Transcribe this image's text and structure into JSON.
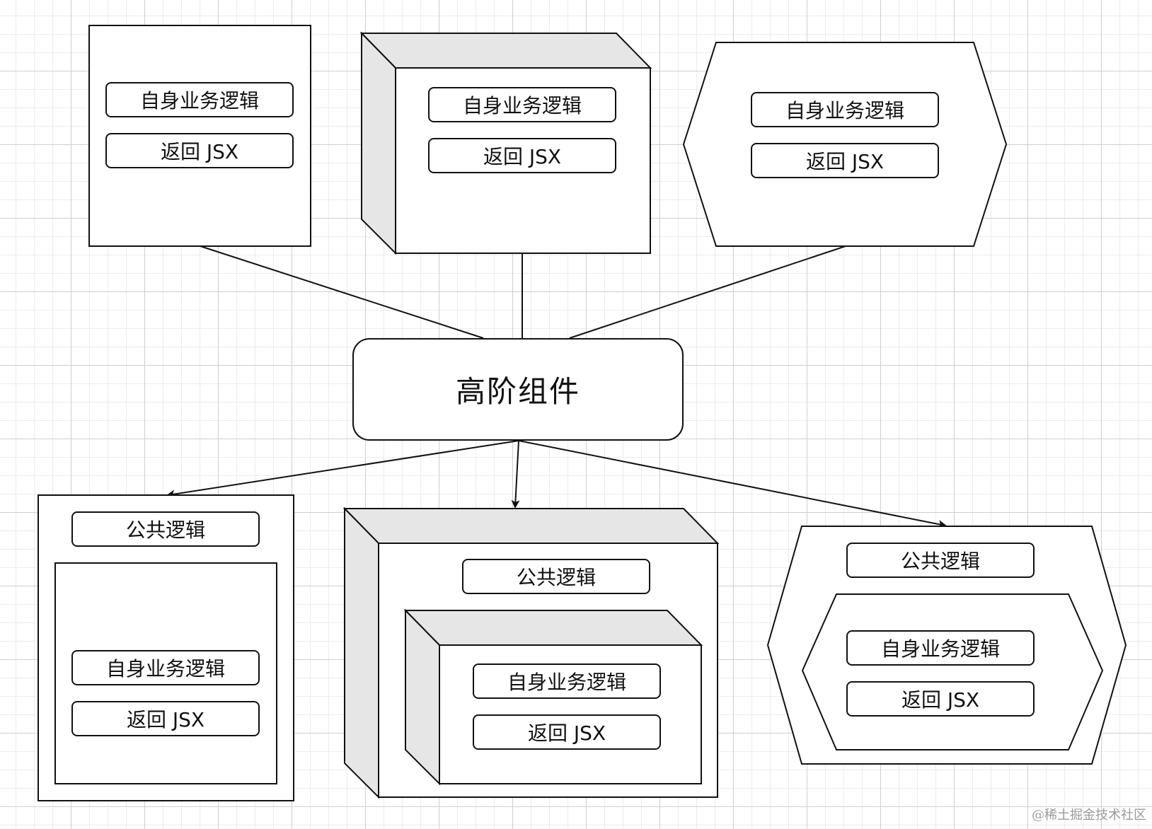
{
  "center": {
    "label": "高阶组件"
  },
  "before": {
    "rect": {
      "logic": "自身业务逻辑",
      "jsx": "返回 JSX"
    },
    "cube": {
      "logic": "自身业务逻辑",
      "jsx": "返回 JSX"
    },
    "hexagon": {
      "logic": "自身业务逻辑",
      "jsx": "返回 JSX"
    }
  },
  "after": {
    "rect": {
      "common": "公共逻辑",
      "logic": "自身业务逻辑",
      "jsx": "返回 JSX"
    },
    "cube": {
      "common": "公共逻辑",
      "logic": "自身业务逻辑",
      "jsx": "返回 JSX"
    },
    "hexagon": {
      "common": "公共逻辑",
      "logic": "自身业务逻辑",
      "jsx": "返回 JSX"
    }
  },
  "watermark": "@稀土掘金技术社区",
  "colors": {
    "stroke": "#111111",
    "cube_side": "#e6e6e6",
    "grid": "#cfcfcf"
  }
}
